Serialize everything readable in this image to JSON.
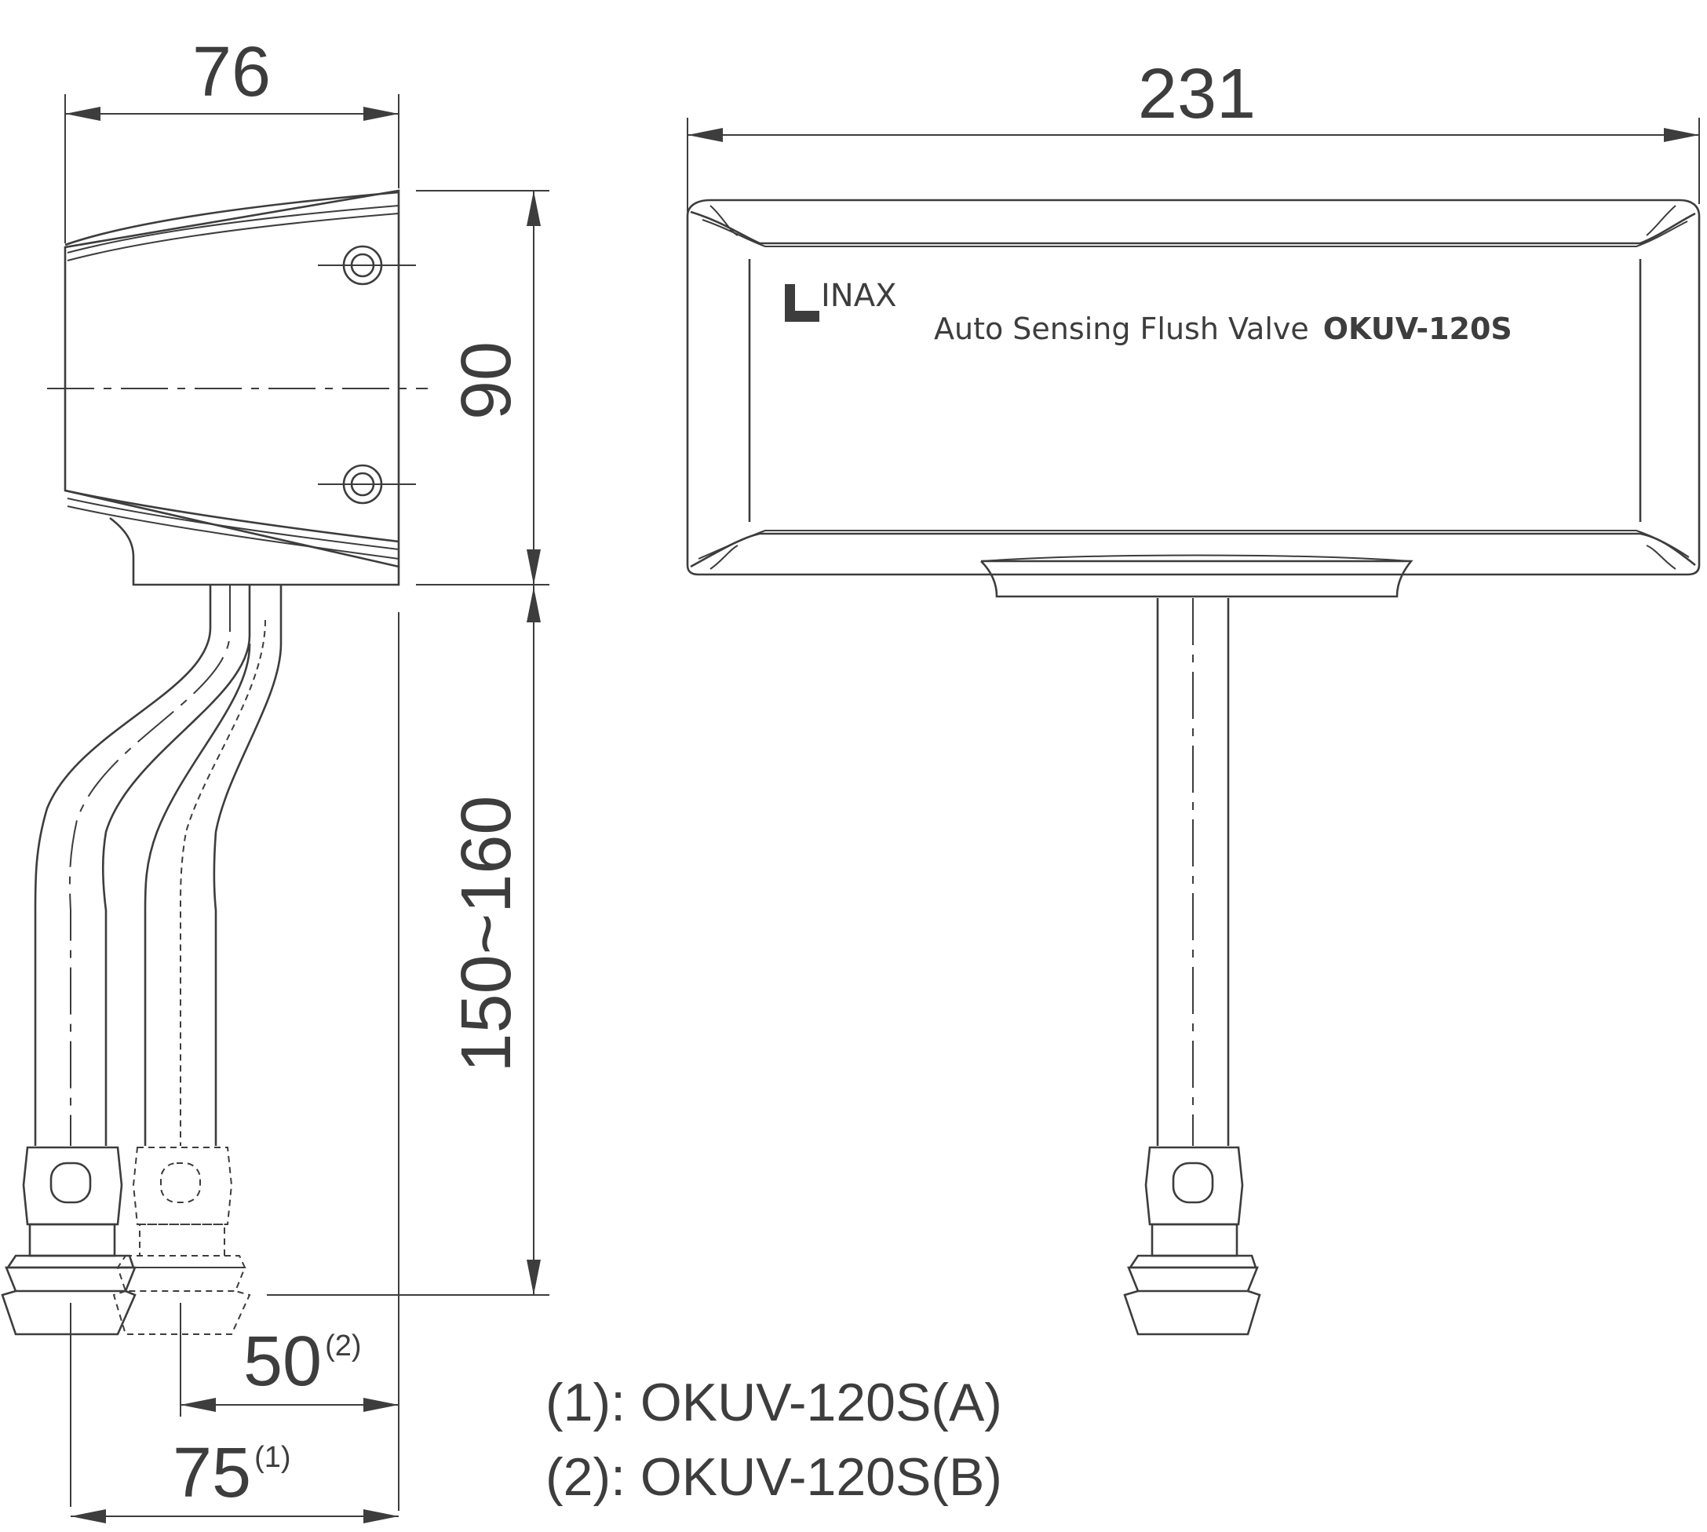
{
  "dimensions": {
    "side_width": "76",
    "front_width": "231",
    "height": "90",
    "pipe_length": "150~160",
    "offset_b": "50",
    "offset_b_note": "(2)",
    "offset_a": "75",
    "offset_a_note": "(1)"
  },
  "product": {
    "brand": "INAX",
    "name": "Auto Sensing Flush Valve",
    "model": "OKUV-120S"
  },
  "notes": [
    "(1): OKUV-120S(A)",
    "(2): OKUV-120S(B)"
  ]
}
